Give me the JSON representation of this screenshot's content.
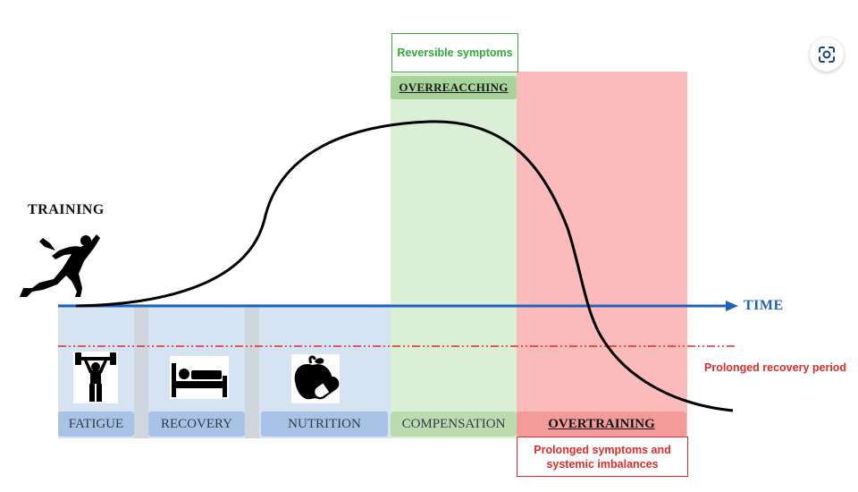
{
  "diagram": {
    "training_label": "TRAINING",
    "time_label": "TIME",
    "prolonged_recovery_label": "Prolonged recovery period",
    "overreaching_header": "OVERREACCHING",
    "reversible_note": "Reversible symptoms",
    "prolonged_note": "Prolonged symptoms and systemic imbalances",
    "phases": [
      "FATIGUE",
      "RECOVERY",
      "NUTRITION",
      "COMPENSATION",
      "OVERTRAINING"
    ],
    "icons": [
      "runner-icon",
      "weightlifter-icon",
      "bed-icon",
      "apple-pill-icon",
      "lens-scan-icon"
    ],
    "colors": {
      "blue_zone": "#d6e3f3",
      "green_zone": "#dbeed6",
      "red_zone": "#fbbbbb",
      "time_arrow": "#1f63b8",
      "dashed_line": "#e02b2b",
      "green_text": "#2faa3a",
      "red_text": "#e02b2b"
    }
  }
}
